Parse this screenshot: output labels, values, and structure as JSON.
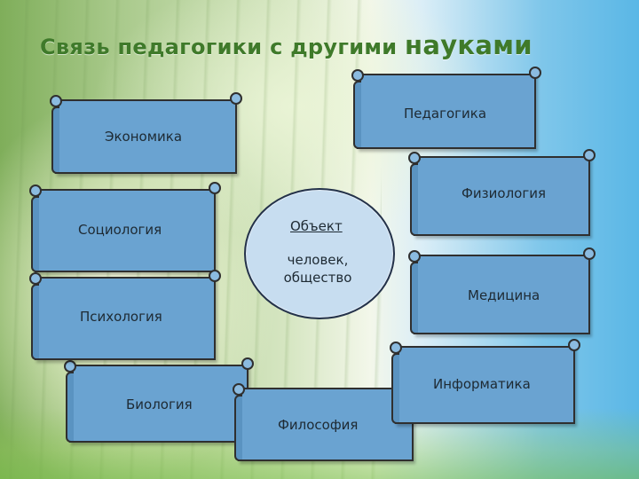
{
  "title": {
    "main": "Связь педагогики с другими",
    "accent": "науками"
  },
  "center": {
    "heading": "Объект",
    "line1": "человек,",
    "line2": "общество"
  },
  "sciences": {
    "pedagogika": "Педагогика",
    "ekonomika": "Экономика",
    "fiziologiya": "Физиология",
    "sociologiya": "Социология",
    "medicina": "Медицина",
    "psihologiya": "Психология",
    "informatika": "Информатика",
    "biologiya": "Биология",
    "filosofiya": "Философия"
  },
  "colors": {
    "scroll_fill": "#6aa3d1",
    "circle_fill": "#c7ddf0",
    "title_color": "#3f7a2a"
  }
}
